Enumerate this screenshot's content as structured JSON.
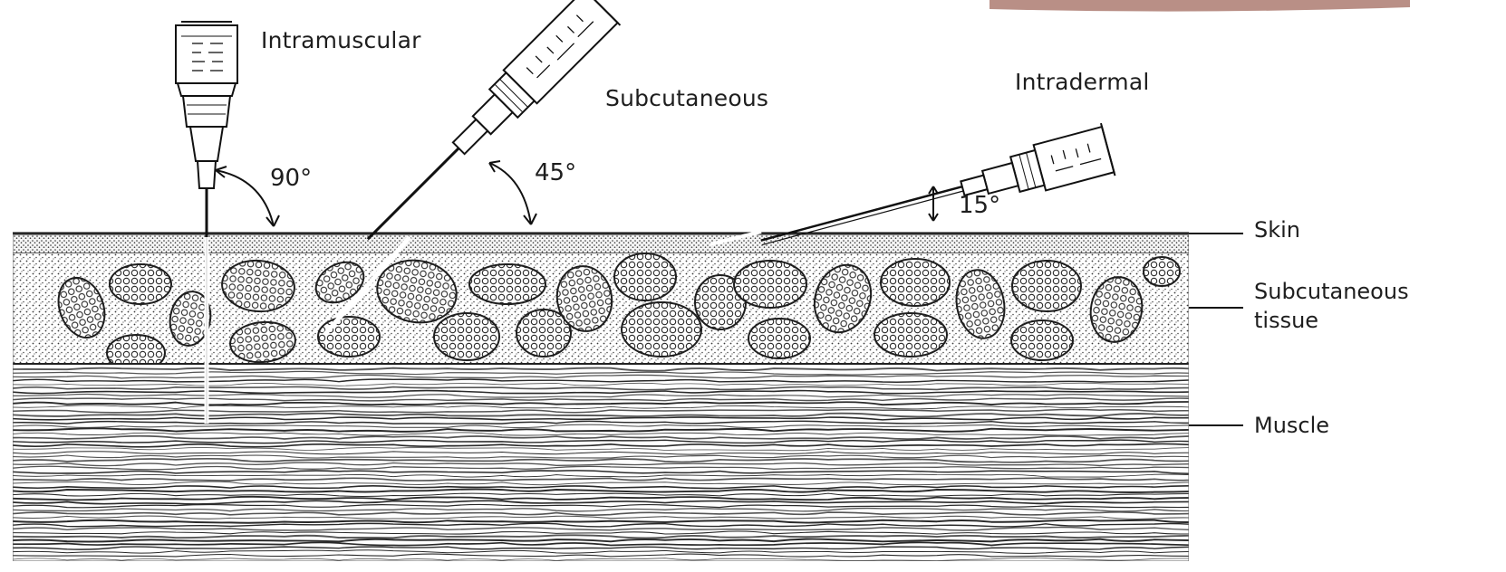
{
  "injections": {
    "intramuscular": {
      "label": "Intramuscular",
      "angle": "90°"
    },
    "subcutaneous": {
      "label": "Subcutaneous",
      "angle": "45°"
    },
    "intradermal": {
      "label": "Intradermal",
      "angle": "15°"
    }
  },
  "layers": {
    "skin": "Skin",
    "subcutaneous_tissue_line1": "Subcutaneous",
    "subcutaneous_tissue_line2": "tissue",
    "muscle": "Muscle"
  },
  "colors": {
    "ink": "#1a1a1a",
    "paper": "#ffffff",
    "corner_image": "#b98f86"
  }
}
